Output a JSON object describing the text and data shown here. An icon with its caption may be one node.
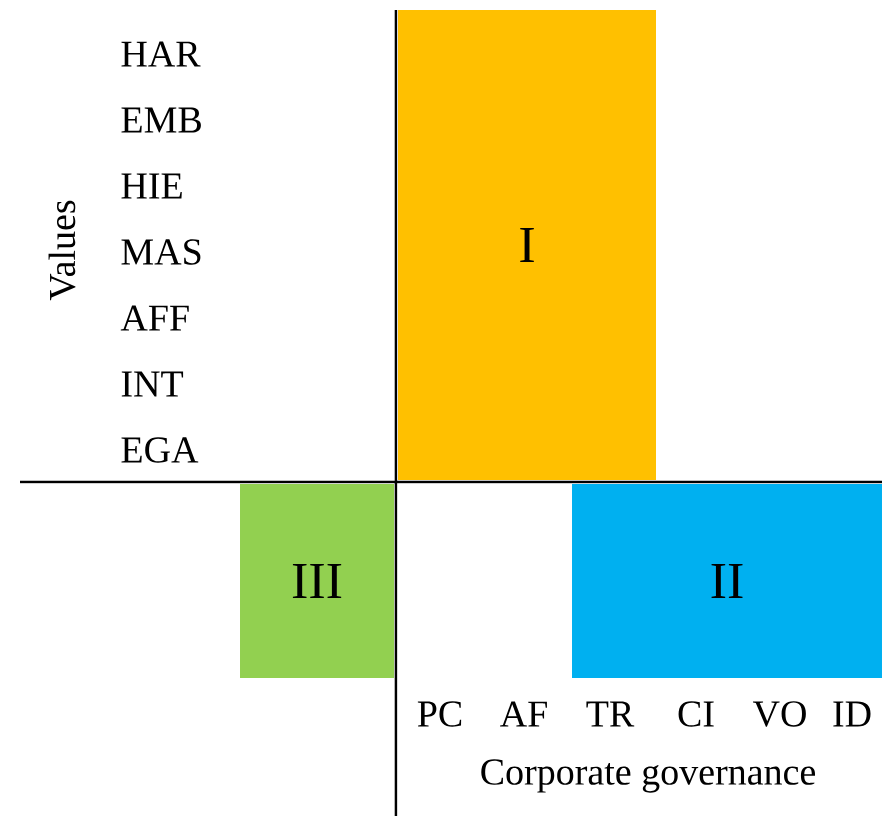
{
  "diagram": {
    "nodes": [
      {
        "text": [
          "I"
        ]
      },
      {
        "text": [
          "II"
        ]
      },
      {
        "text": [
          "III"
        ]
      }
    ],
    "labels": [
      "Values",
      "HAR",
      "EMB",
      "HIE",
      "MAS",
      "AFF",
      "INT",
      "EGA",
      "PC",
      "AF",
      "TR",
      "CI",
      "VO",
      "ID",
      "Corporate governance"
    ]
  }
}
